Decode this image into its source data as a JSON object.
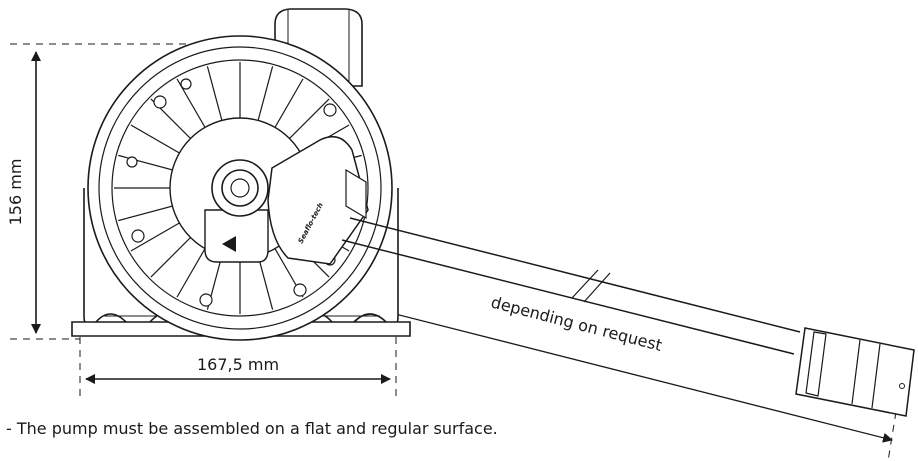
{
  "dimensions": {
    "height_label": "156 mm",
    "width_label": "167,5 mm",
    "cable_label": "depending on request"
  },
  "note": "- The pump must be assembled on a flat and regular surface.",
  "logo_text": "Seaflo-tech",
  "colors": {
    "line": "#1a1a1a",
    "background": "#ffffff"
  }
}
